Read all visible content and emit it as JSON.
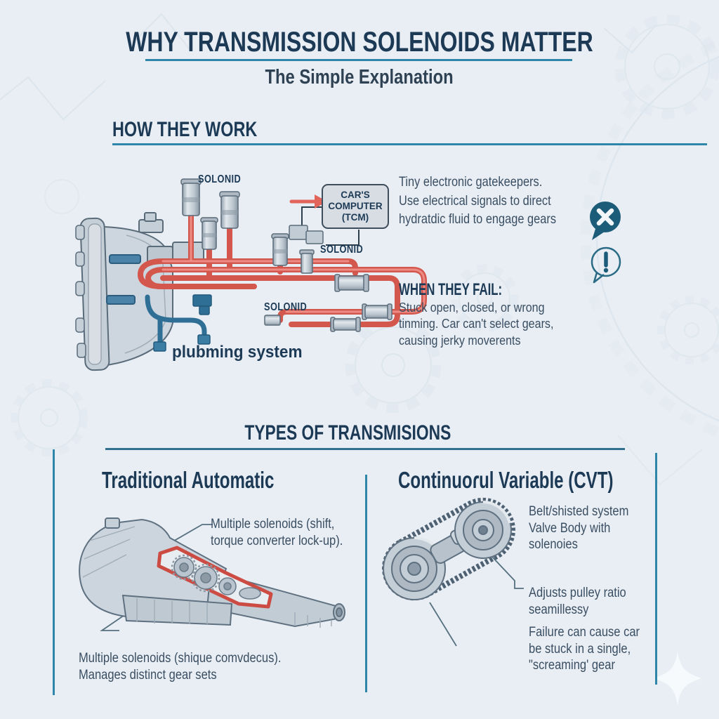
{
  "colors": {
    "background": "#e9eef4",
    "heading_navy": "#1c3a55",
    "body_text": "#3a4e62",
    "accent_teal": "#2e86a9",
    "pipe_red": "#d4574e",
    "pipe_blue": "#2f6f96",
    "metal_gray": "#c9d2da",
    "icon_dark_teal": "#1d5c79"
  },
  "header": {
    "title": "WHY TRANSMISSION SOLENOIDS MATTER",
    "subtitle": "The Simple Explanation"
  },
  "how_section": {
    "heading": "HOW THEY WORK",
    "diagram": {
      "solenoid_label_top": "SOLONID",
      "solenoid_label_right": "SOLONID",
      "solenoid_label_loop": "SOLONID",
      "computer_box": "CAR'S\nCOMPUTER\n(TCM)",
      "plumbing_label": "plubming system"
    },
    "description": "Tiny electronic gatekeepers.\nUse electrical signals to direct\nhydratdic fluid to engage gears",
    "fail_heading": "WHEN THEY FAIL:",
    "fail_text": "Stuck open, closed, or wrong\ntinming. Car can't select gears,\ncausing jerky moverents",
    "icons": {
      "fail": "x-speech-bubble",
      "warning": "exclamation-speech-bubble",
      "signal": "red-arrow-right"
    }
  },
  "types_section": {
    "heading": "TYPES OF TRANSMISIONS",
    "left": {
      "title": "Traditional Automatic",
      "note_top": "Multiple solenoids (shift,\ntorque converter lock-up).",
      "note_bottom": "Multiple solenoids (shique comvdecus).\nManages distinct gear sets"
    },
    "right": {
      "title": "Continuoɾul Variable (CVT)",
      "note_top": "Belt/shisted system\nValve Body with\nsolenoies",
      "note_mid": "Adjusts pulley ratio\nseamillessy",
      "note_bottom": "Failure can cause car\nbe stuck in a single,\n\"screaming' gear"
    }
  }
}
